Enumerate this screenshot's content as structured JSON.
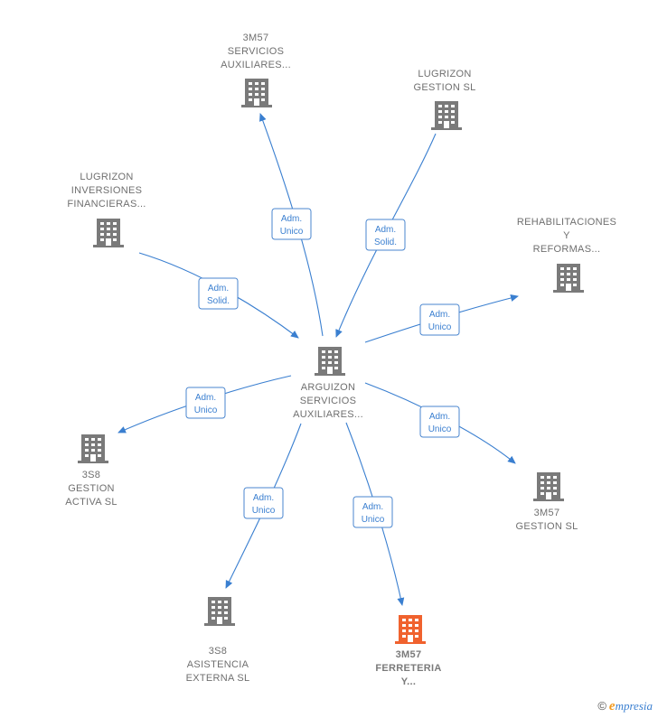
{
  "colors": {
    "edge": "#3a7fd0",
    "building": "#7a7a7a",
    "building_focus": "#f0622e",
    "label": "#6f6f6f"
  },
  "nodes": [
    {
      "id": "center",
      "icon": "building-icon",
      "lines": [
        "ARGUIZON",
        "SERVICIOS",
        "AUXILIARES..."
      ]
    },
    {
      "id": "n1",
      "icon": "building-icon",
      "lines": [
        "3M57",
        "SERVICIOS",
        "AUXILIARES..."
      ]
    },
    {
      "id": "n2",
      "icon": "building-icon",
      "lines": [
        "LUGRIZON",
        "GESTION  SL"
      ]
    },
    {
      "id": "n3",
      "icon": "building-icon",
      "lines": [
        "LUGRIZON",
        "INVERSIONES",
        "FINANCIERAS..."
      ]
    },
    {
      "id": "n4",
      "icon": "building-icon",
      "lines": [
        "REHABILITACIONES",
        "Y",
        "REFORMAS..."
      ]
    },
    {
      "id": "n5",
      "icon": "building-icon",
      "lines": [
        "3S8",
        "GESTION",
        "ACTIVA  SL"
      ]
    },
    {
      "id": "n6",
      "icon": "building-icon",
      "lines": [
        "3M57",
        "GESTION  SL"
      ]
    },
    {
      "id": "n7",
      "icon": "building-icon",
      "lines": [
        "3S8",
        "ASISTENCIA",
        "EXTERNA  SL"
      ]
    },
    {
      "id": "n8",
      "icon": "building-icon",
      "focus": true,
      "lines": [
        "3M57",
        "FERRETERIA",
        "Y..."
      ]
    }
  ],
  "edges": [
    {
      "id": "e1",
      "lines": [
        "Adm.",
        "Unico"
      ]
    },
    {
      "id": "e2",
      "lines": [
        "Adm.",
        "Solid."
      ]
    },
    {
      "id": "e3",
      "lines": [
        "Adm.",
        "Solid."
      ]
    },
    {
      "id": "e4",
      "lines": [
        "Adm.",
        "Unico"
      ]
    },
    {
      "id": "e5",
      "lines": [
        "Adm.",
        "Unico"
      ]
    },
    {
      "id": "e6",
      "lines": [
        "Adm.",
        "Unico"
      ]
    },
    {
      "id": "e7",
      "lines": [
        "Adm.",
        "Unico"
      ]
    },
    {
      "id": "e8",
      "lines": [
        "Adm.",
        "Unico"
      ]
    }
  ],
  "brand": {
    "copyright": "©",
    "initial": "e",
    "rest": "mpresia"
  }
}
